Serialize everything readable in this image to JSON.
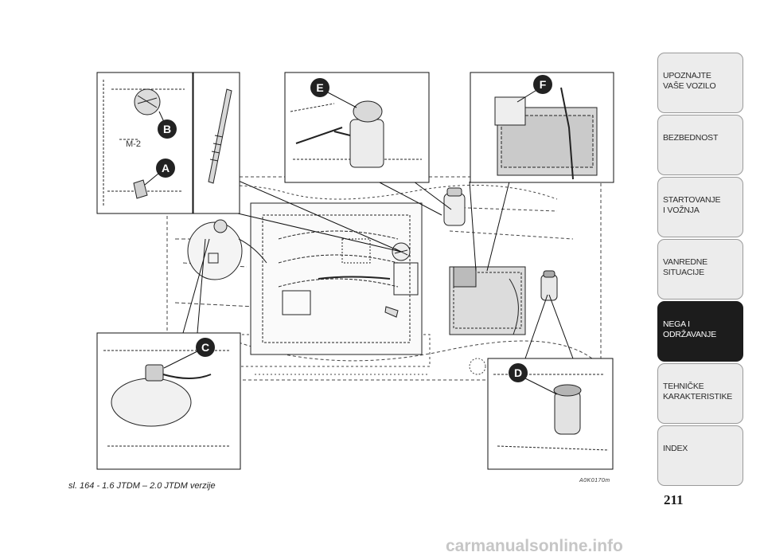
{
  "figure": {
    "callouts": [
      "A",
      "B",
      "C",
      "D",
      "E",
      "F"
    ],
    "caption": "sl. 164 - 1.6 JTDM – 2.0 JTDM verzije",
    "code": "A0K0170m",
    "emblem_text": "M-2"
  },
  "sidebar": {
    "tabs": [
      {
        "label": "UPOZNAJTE\nVAŠE VOZILO",
        "active": false
      },
      {
        "label": "BEZBEDNOST",
        "active": false
      },
      {
        "label": "STARTOVANJE\nI VOŽNJA",
        "active": false
      },
      {
        "label": "VANREDNE\nSITUACIJE",
        "active": false
      },
      {
        "label": "NEGA I\nODRŽAVANJE",
        "active": true
      },
      {
        "label": "TEHNIČKE\nKARAKTERISTIKE",
        "active": false
      },
      {
        "label": "INDEX",
        "active": false
      }
    ]
  },
  "page_number": "211",
  "watermark": "carmanualsonline.info"
}
